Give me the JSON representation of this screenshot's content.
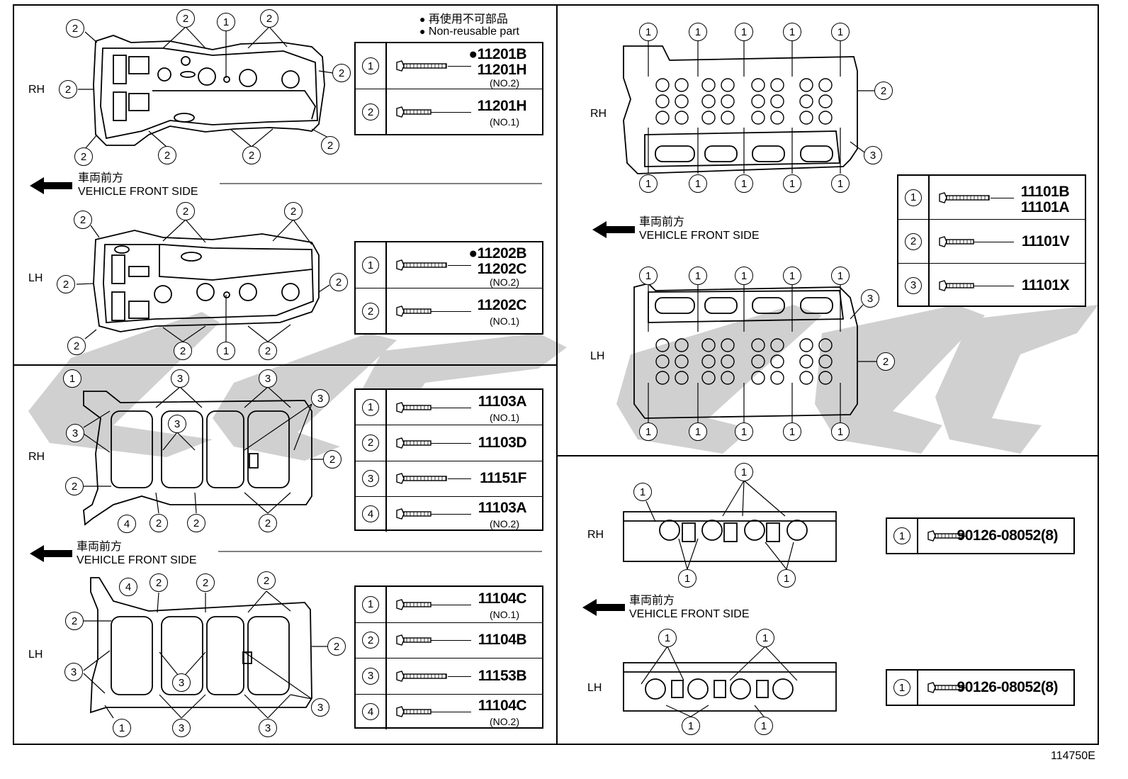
{
  "legend": {
    "jp": "再使用不可部品",
    "en": "Non-reusable part"
  },
  "sides": {
    "rh": "RH",
    "lh": "LH"
  },
  "front": {
    "jp": "車両前方",
    "en": "VEHICLE FRONT SIDE"
  },
  "figure_id": "114750E",
  "tables": {
    "cover_rh": [
      {
        "n": "1",
        "parts": [
          "●11201B",
          "11201H"
        ],
        "qual": "(NO.2)"
      },
      {
        "n": "2",
        "parts": [
          "11201H"
        ],
        "qual": "(NO.1)"
      }
    ],
    "cover_lh": [
      {
        "n": "1",
        "parts": [
          "●11202B",
          "11202C"
        ],
        "qual": "(NO.2)"
      },
      {
        "n": "2",
        "parts": [
          "11202C"
        ],
        "qual": "(NO.1)"
      }
    ],
    "plate_rh": [
      {
        "n": "1",
        "parts": [
          "11103A"
        ],
        "qual": "(NO.1)"
      },
      {
        "n": "2",
        "parts": [
          "11103D"
        ],
        "qual": ""
      },
      {
        "n": "3",
        "parts": [
          "11151F"
        ],
        "qual": ""
      },
      {
        "n": "4",
        "parts": [
          "11103A"
        ],
        "qual": "(NO.2)"
      }
    ],
    "plate_lh": [
      {
        "n": "1",
        "parts": [
          "11104C"
        ],
        "qual": "(NO.1)"
      },
      {
        "n": "2",
        "parts": [
          "11104B"
        ],
        "qual": ""
      },
      {
        "n": "3",
        "parts": [
          "11153B"
        ],
        "qual": ""
      },
      {
        "n": "4",
        "parts": [
          "11104C"
        ],
        "qual": "(NO.2)"
      }
    ],
    "head": [
      {
        "n": "1",
        "parts": [
          "11101B",
          "11101A"
        ],
        "qual": ""
      },
      {
        "n": "2",
        "parts": [
          "11101V"
        ],
        "qual": ""
      },
      {
        "n": "3",
        "parts": [
          "11101X"
        ],
        "qual": ""
      }
    ],
    "stud_rh": [
      {
        "n": "1",
        "parts": [
          "90126-08052(8)"
        ],
        "qual": ""
      }
    ],
    "stud_lh": [
      {
        "n": "1",
        "parts": [
          "90126-08052(8)"
        ],
        "qual": ""
      }
    ]
  },
  "colors": {
    "watermark": "#c8c8c8",
    "line": "#000000"
  }
}
